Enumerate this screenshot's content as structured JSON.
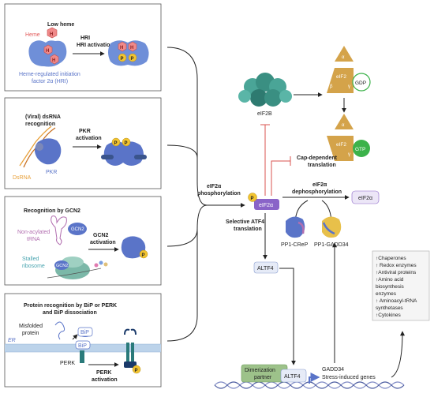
{
  "panels": {
    "hri": {
      "title": "Low heme",
      "heme": "Heme",
      "h": "H",
      "p": "P",
      "activation": "HRI activation",
      "caption_line1": "Heme-regulated initiation",
      "caption_line2": "factor 2α (HRI)"
    },
    "pkr": {
      "title_line1": "(Viral) dsRNA",
      "title_line2": "recognition",
      "activation_line1": "PKR",
      "activation_line2": "activation",
      "pkr": "PKR",
      "dsrna": "DsRNA",
      "p": "P"
    },
    "gcn2": {
      "title": "Recognition by GCN2",
      "trna_line1": "Non-acylated",
      "trna_line2": "tRNA",
      "gcn2": "GCN2",
      "activation_line1": "GCN2",
      "activation_line2": "activation",
      "ribosome_line1": "Stalled",
      "ribosome_line2": "ribosome",
      "p": "P"
    },
    "perk": {
      "title_line1": "Protein recognition by BiP or PERK",
      "title_line2": "and BiP dissociation",
      "misfolded_line1": "Misfolded",
      "misfolded_line2": "protein",
      "bip": "BiP",
      "er": "ER",
      "perk": "PERK",
      "activation_line1": "PERK",
      "activation_line2": "activation",
      "p": "P"
    }
  },
  "pathway": {
    "eif2b": "eIF2B",
    "alpha": "α",
    "beta": "β",
    "gamma": "γ",
    "eif2": "eIF2",
    "gdp": "GDP",
    "gtp": "GTP",
    "cap_line1": "Cap-dependent",
    "cap_line2": "translation",
    "phos_line1": "eIF2α",
    "phos_line2": "phosphorylation",
    "eif2a": "eIF2α",
    "p": "P",
    "dephos_line1": "eIF2α",
    "dephos_line2": "dephosphorylation",
    "eif2a_right": "eIF2α",
    "atf4_sel_line1": "Selective ATF4",
    "atf4_sel_line2": "translation",
    "pp1_crep": "PP1-CReP",
    "pp1_gadd34": "PP1-GADD34",
    "altf4": "ALTF4",
    "dimer_line1": "Dimerization",
    "dimer_line2": "partner",
    "altf4_bottom": "ALTF4",
    "gadd34": "GADD34",
    "stress_genes": "Stress-induced genes"
  },
  "outcomes": [
    "↑Chaperones",
    "↑ Redox enzymes",
    "↑Antiviral proteins",
    "↑Amino acid",
    "biosynthesis",
    "enzymes",
    "↑ Aminoacyl-tRNA",
    "synthetases",
    "↑Cytokines"
  ],
  "colors": {
    "heme": "#f08a8a",
    "hri": "#6f8fd8",
    "phospho": "#f2c430",
    "eif2b": "#4aa597",
    "eif2": "#d4a34a",
    "gdp": "#ffffff",
    "gtp": "#3cb24a",
    "inhibit": "#d9534f",
    "eif2a": "#8a64c8",
    "pp1": "#5a74c8",
    "dimer_box": "#9dc28a",
    "dna": "#7d88c4",
    "er": "#bcd3ea"
  }
}
